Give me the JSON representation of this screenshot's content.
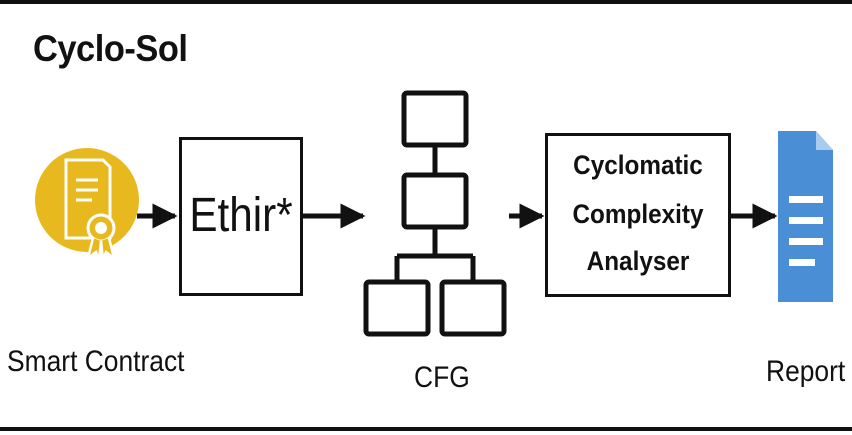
{
  "title": "Cyclo-Sol",
  "nodes": {
    "smart_contract": {
      "label": "Smart Contract",
      "icon": "certificate-icon",
      "color": "#E8B91F"
    },
    "ethir": {
      "label": "Ethir*"
    },
    "cfg": {
      "label": "CFG",
      "icon": "control-flow-graph-icon"
    },
    "analyser": {
      "lines": [
        "Cyclomatic",
        "Complexity",
        "Analyser"
      ]
    },
    "report": {
      "label": "Report",
      "icon": "document-icon",
      "color": "#4A8FD6"
    }
  },
  "edges": [
    {
      "from": "smart_contract",
      "to": "ethir"
    },
    {
      "from": "ethir",
      "to": "cfg"
    },
    {
      "from": "cfg",
      "to": "analyser"
    },
    {
      "from": "analyser",
      "to": "report"
    }
  ]
}
